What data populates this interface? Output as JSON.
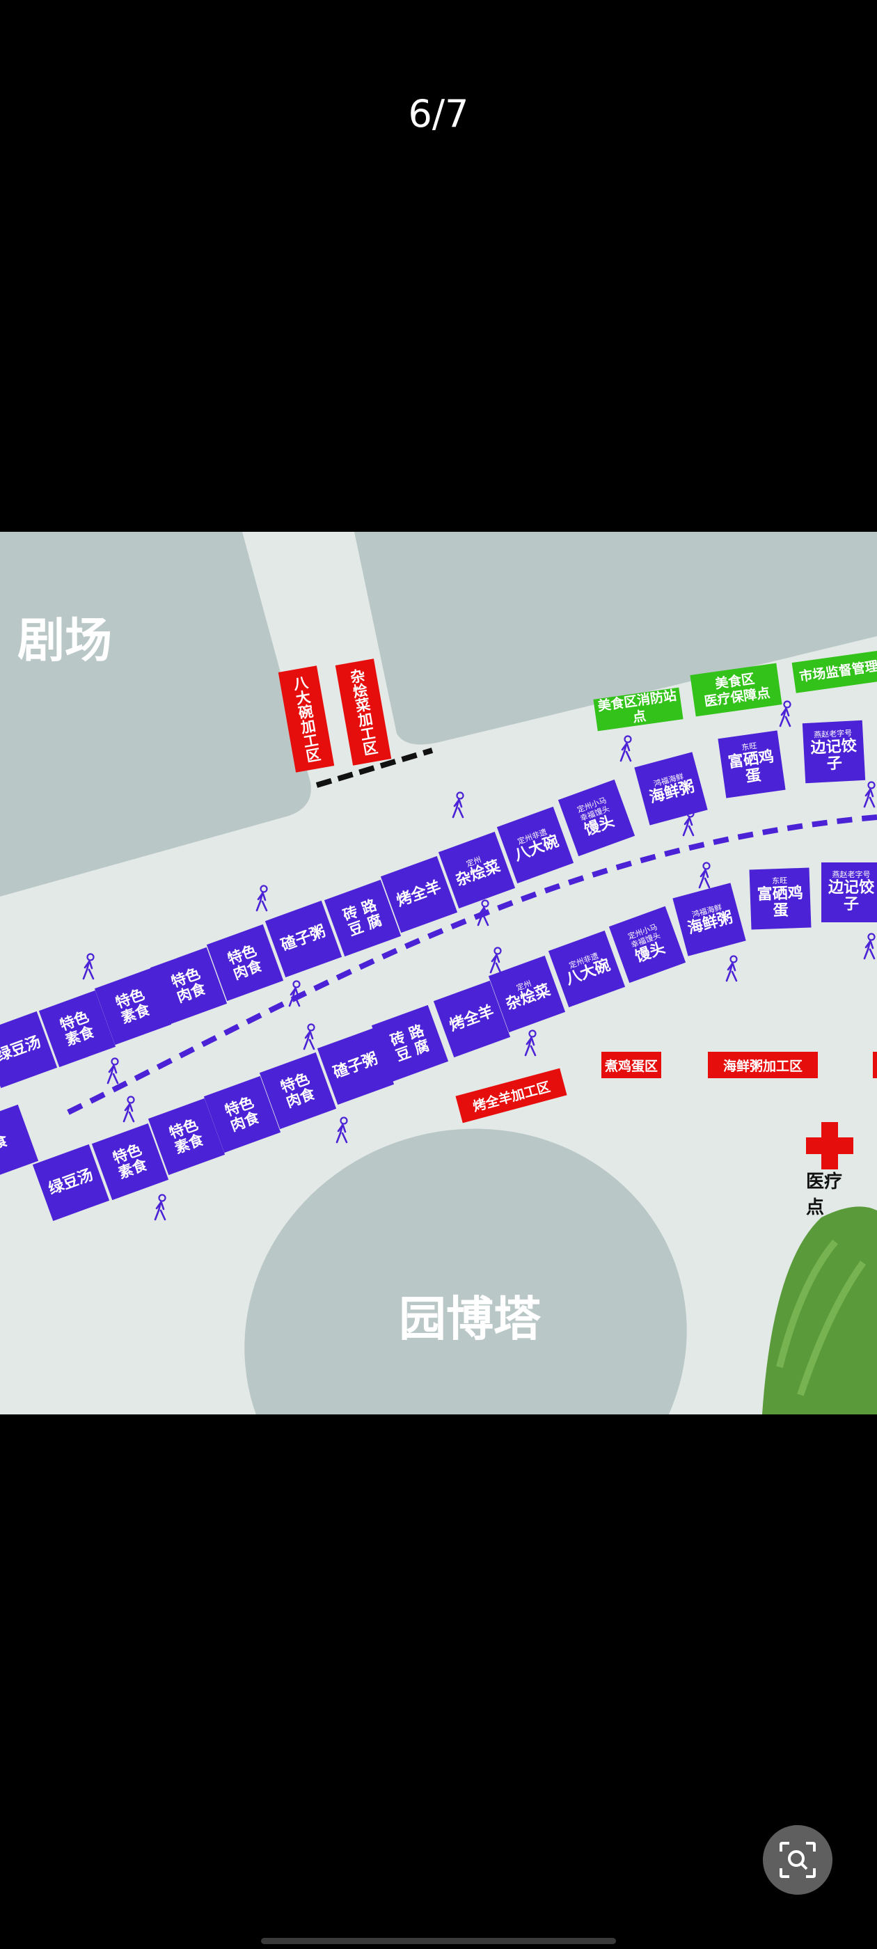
{
  "viewer": {
    "page_counter": "6/7",
    "scan_button": "scan-search-icon"
  },
  "map": {
    "areas": {
      "theater": "剧场",
      "tower": "园博塔",
      "medical_point": "医疗点"
    },
    "top_row": [
      {
        "sub": "",
        "main": "绿豆汤"
      },
      {
        "sub": "",
        "main": "特色\n素食"
      },
      {
        "sub": "",
        "main": "特色\n素食"
      },
      {
        "sub": "",
        "main": "特色\n肉食"
      },
      {
        "sub": "",
        "main": "特色\n肉食"
      },
      {
        "sub": "",
        "main": "碴子粥"
      },
      {
        "sub": "",
        "main": "砖 路\n豆 腐"
      },
      {
        "sub": "",
        "main": "烤全羊"
      },
      {
        "sub": "定州",
        "main": "杂烩菜"
      },
      {
        "sub": "定州非遗",
        "main": "八大碗"
      },
      {
        "sub": "定州小马\n幸福馒头",
        "main": "馒头"
      },
      {
        "sub": "鸿福海鲜",
        "main": "海鲜粥"
      },
      {
        "sub": "东旺",
        "main": "富硒鸡蛋"
      },
      {
        "sub": "燕赵老字号",
        "main": "边记饺子"
      }
    ],
    "bottom_row": [
      {
        "sub": "",
        "main": "食"
      },
      {
        "sub": "",
        "main": "绿豆汤"
      },
      {
        "sub": "",
        "main": "特色\n素食"
      },
      {
        "sub": "",
        "main": "特色\n素食"
      },
      {
        "sub": "",
        "main": "特色\n肉食"
      },
      {
        "sub": "",
        "main": "特色\n肉食"
      },
      {
        "sub": "",
        "main": "碴子粥"
      },
      {
        "sub": "",
        "main": "砖 路\n豆 腐"
      },
      {
        "sub": "",
        "main": "烤全羊"
      },
      {
        "sub": "定州",
        "main": "杂烩菜"
      },
      {
        "sub": "定州非遗",
        "main": "八大碗"
      },
      {
        "sub": "定州小马\n幸福馒头",
        "main": "馒头"
      },
      {
        "sub": "鸿福海鲜",
        "main": "海鲜粥"
      },
      {
        "sub": "东旺",
        "main": "富硒鸡蛋"
      },
      {
        "sub": "燕赵老字号",
        "main": "边记饺子"
      }
    ],
    "processing_zones": {
      "bawan": "八大碗加工区",
      "zahuicai": "杂烩菜加工区",
      "roast_lamb": "烤全羊加工区",
      "boiled_egg": "煮鸡蛋区",
      "seafood_porridge": "海鲜粥加工区"
    },
    "service_points": {
      "fire": "美食区消防站点",
      "medical": "美食区\n医疗保障点",
      "market": "市场监督管理局"
    },
    "colors": {
      "stall": "#4b22d6",
      "processing": "#e60d0d",
      "service": "#33c21a",
      "ground": "#e3e9e7",
      "building": "#b9c7c6"
    }
  }
}
